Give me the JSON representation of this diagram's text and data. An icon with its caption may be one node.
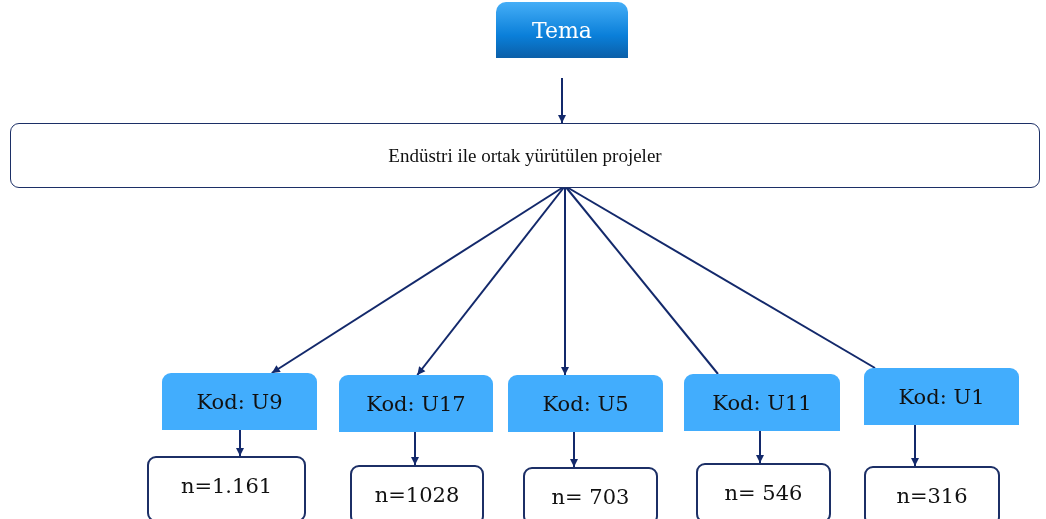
{
  "diagram": {
    "nodes": [
      {
        "text": [
          "Tema"
        ]
      },
      {
        "text": [
          "Endüstri ile ortak yürütülen projeler"
        ]
      },
      {
        "text": [
          "Kod: U9"
        ]
      },
      {
        "text": [
          "n=1.161"
        ]
      },
      {
        "text": [
          "Kod: U17"
        ]
      },
      {
        "text": [
          "n=1028"
        ]
      },
      {
        "text": [
          "Kod: U5"
        ]
      },
      {
        "text": [
          "n= 703"
        ]
      },
      {
        "text": [
          "Kod: U11"
        ]
      },
      {
        "text": [
          "n= 546"
        ]
      },
      {
        "text": [
          "Kod: U1"
        ]
      },
      {
        "text": [
          "n=316"
        ]
      }
    ],
    "edges": [
      {
        "from": 0,
        "to": 1,
        "arrow": "to"
      },
      {
        "from": 1,
        "to": 2,
        "arrow": "to"
      },
      {
        "from": 1,
        "to": 4,
        "arrow": "to"
      },
      {
        "from": 1,
        "to": 6,
        "arrow": "to"
      },
      {
        "from": 1,
        "to": 8,
        "arrow": "none"
      },
      {
        "from": 1,
        "to": 10,
        "arrow": "none"
      },
      {
        "from": 2,
        "to": 3,
        "arrow": "to"
      },
      {
        "from": 4,
        "to": 5,
        "arrow": "to"
      },
      {
        "from": 6,
        "to": 7,
        "arrow": "to"
      },
      {
        "from": 8,
        "to": 9,
        "arrow": "to"
      },
      {
        "from": 10,
        "to": 11,
        "arrow": "to"
      }
    ]
  }
}
